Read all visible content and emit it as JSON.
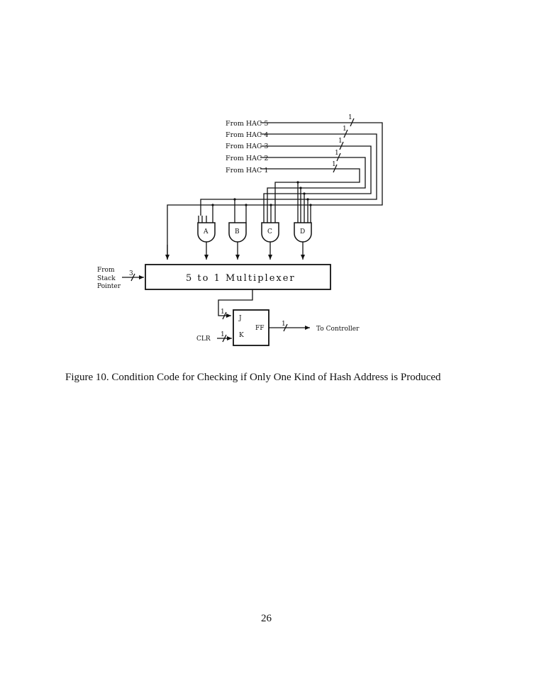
{
  "diagram": {
    "inputs": [
      {
        "id": "hac5",
        "label": "From HAC 5",
        "bus_width": "1"
      },
      {
        "id": "hac4",
        "label": "From HAC 4",
        "bus_width": "1"
      },
      {
        "id": "hac3",
        "label": "From HAC 3",
        "bus_width": "1"
      },
      {
        "id": "hac2",
        "label": "From HAC 2",
        "bus_width": "1"
      },
      {
        "id": "hac1",
        "label": "From HAC 1",
        "bus_width": "1"
      }
    ],
    "gates": [
      "A",
      "B",
      "C",
      "D"
    ],
    "stack_pointer": {
      "line1": "From",
      "line2": "Stack",
      "line3": "Pointer",
      "bus_width": "3"
    },
    "multiplexer_label": "5 to 1 Multiplexer",
    "flipflop": {
      "label": "FF",
      "j": "J",
      "k": "K",
      "j_width": "1",
      "k_width": "1",
      "out_width": "1"
    },
    "clr_label": "CLR",
    "output_label": "To Controller"
  },
  "caption": "Figure 10. Condition Code for Checking if Only One Kind of Hash Address is Produced",
  "page_number": "26"
}
